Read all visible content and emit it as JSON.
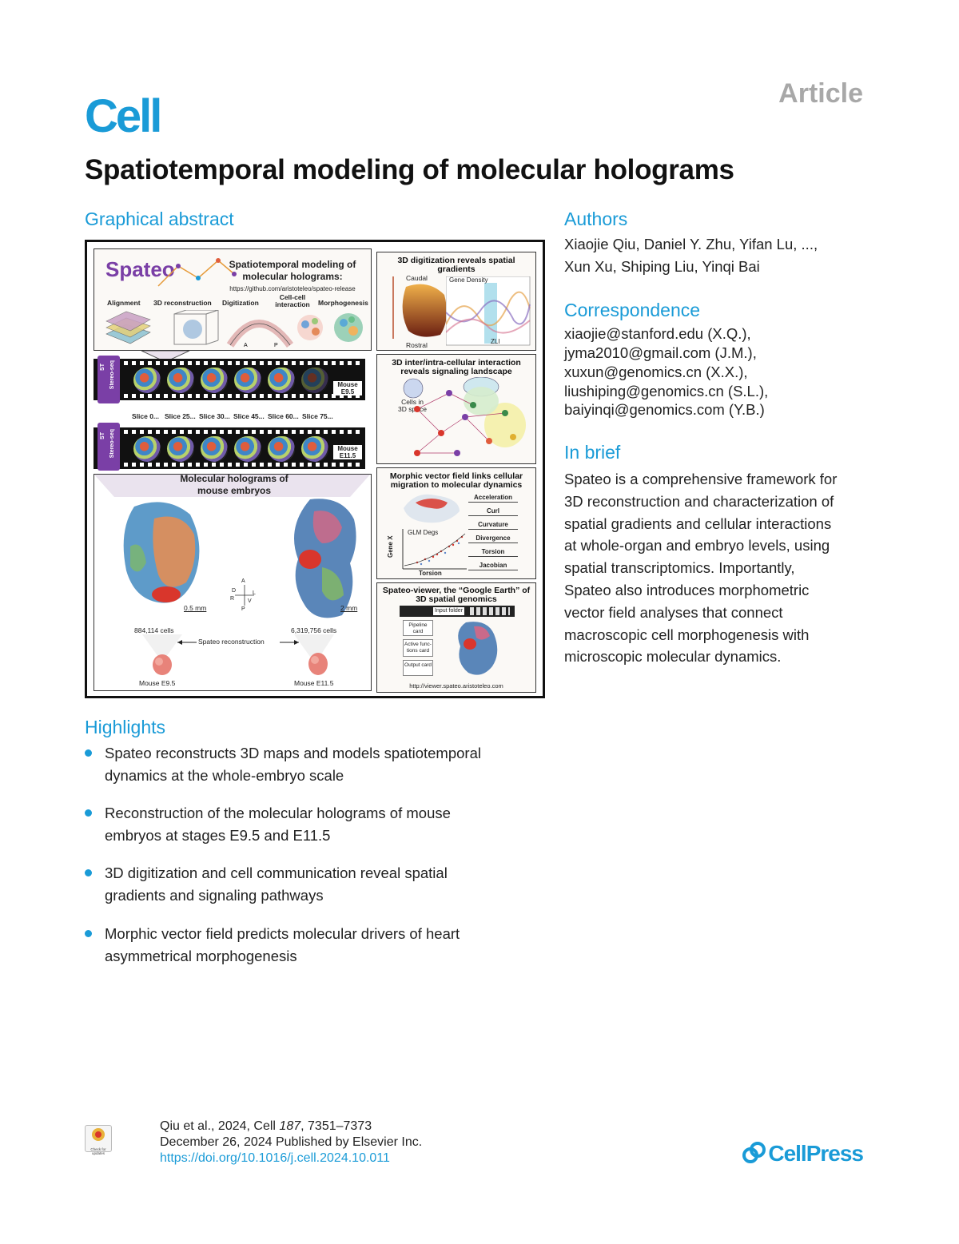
{
  "header": {
    "journal_logo": "Cell",
    "article_type": "Article",
    "title": "Spatiotemporal modeling of molecular holograms"
  },
  "graphical_abstract": {
    "heading": "Graphical abstract",
    "brand": "Spateo",
    "main_title": "Spatiotemporal modeling of molecular holograms:",
    "github": "https://github.com/aristoteleo/spateo-release",
    "steps": [
      "Alignment",
      "3D reconstruction",
      "Digitization",
      "Cell-cell interaction",
      "Morphogenesis"
    ],
    "digitization_axis_a": "A",
    "digitization_axis_p": "P",
    "film_labels": {
      "st": "ST",
      "stereo": "Stereo-seq",
      "mouse1": "Mouse E9.5",
      "mouse2": "Mouse E11.5"
    },
    "slices": [
      "Slice 0...",
      "Slice 25...",
      "Slice 30...",
      "Slice 45...",
      "Slice 60...",
      "Slice 75..."
    ],
    "holograms_title": "Molecular holograms of mouse embryos",
    "axes": {
      "a": "A",
      "p": "P",
      "d": "D",
      "v": "V",
      "l": "L",
      "r": "R"
    },
    "scale1": "0.5 mm",
    "scale2": "2 mm",
    "cells1": "884,114 cells",
    "cells2": "6,319,756 cells",
    "recon_label": "Spateo reconstruction",
    "embryo1": "Mouse E9.5",
    "embryo2": "Mouse E11.5",
    "panel_digitization": {
      "title": "3D digitization reveals spatial gradients",
      "caudal": "Caudal",
      "rostral": "Rostral",
      "gene_density": "Gene Density",
      "zli": "ZLI"
    },
    "panel_interaction": {
      "title": "3D inter/intra-cellular interaction reveals signaling landscape",
      "cells_label": "Cells in 3D space"
    },
    "panel_vector": {
      "title": "Morphic vector field links cellular migration to molecular dynamics",
      "attributes": [
        "Acceleration",
        "Curl",
        "Curvature",
        "Divergence",
        "Torsion",
        "Jacobian"
      ],
      "glm": "GLM Degs",
      "gene_x": "Gene X",
      "torsion": "Torsion"
    },
    "panel_viewer": {
      "title": "Spateo-viewer, the “Google Earth” of 3D spatial genomics",
      "input": "Input folder",
      "cards": [
        "Pipeline card",
        "Active func-tions card",
        "Output card"
      ],
      "url": "http://viewer.spateo.aristoteleo.com"
    }
  },
  "authors": {
    "heading": "Authors",
    "line1": "Xiaojie Qiu, Daniel Y. Zhu, Yifan Lu, ...,",
    "line2": "Xun Xu, Shiping Liu, Yinqi Bai"
  },
  "correspondence": {
    "heading": "Correspondence",
    "emails": [
      "xiaojie@stanford.edu (X.Q.),",
      "jyma2010@gmail.com (J.M.),",
      "xuxun@genomics.cn (X.X.),",
      "liushiping@genomics.cn (S.L.),",
      "baiyinqi@genomics.com (Y.B.)"
    ]
  },
  "in_brief": {
    "heading": "In brief",
    "lines": [
      "Spateo is a comprehensive framework for",
      "3D reconstruction and characterization of",
      "spatial gradients and cellular interactions",
      "at whole-organ and embryo levels, using",
      "spatial transcriptomics. Importantly,",
      "Spateo also introduces morphometric",
      "vector field analyses that connect",
      "macroscopic cell morphogenesis with",
      "microscopic molecular dynamics."
    ]
  },
  "highlights": {
    "heading": "Highlights",
    "items": [
      [
        "Spateo reconstructs 3D maps and models spatiotemporal",
        "dynamics at the whole-embryo scale"
      ],
      [
        "Reconstruction of the molecular holograms of mouse",
        "embryos at stages E9.5 and E11.5"
      ],
      [
        "3D digitization and cell communication reveal spatial",
        "gradients and signaling pathways"
      ],
      [
        "Morphic vector field predicts molecular drivers of heart",
        "asymmetrical morphogenesis"
      ]
    ]
  },
  "footer": {
    "citation_pre": "Qiu et al., 2024, Cell ",
    "volume": "187",
    "pages": ", 7351–7373",
    "date": "December 26, 2024 Published by Elsevier Inc.",
    "doi": "https://doi.org/10.1016/j.cell.2024.10.011",
    "check_updates": "Check for updates",
    "publisher": "CellPress"
  },
  "colors": {
    "accent": "#1a9bd7",
    "brand_purple": "#7a3fa6",
    "tag_gray": "#a8a8a8"
  }
}
